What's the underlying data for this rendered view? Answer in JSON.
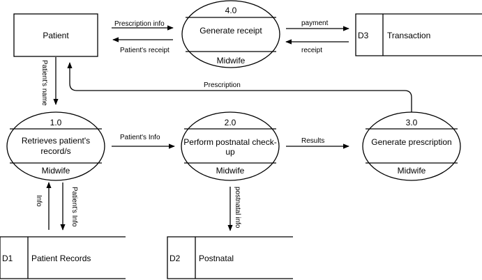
{
  "entities": {
    "patient": "Patient"
  },
  "processes": {
    "p4": {
      "id": "4.0",
      "name": "Generate receipt",
      "actor": "Midwife"
    },
    "p1": {
      "id": "1.0",
      "name_line1": "Retrieves patient's",
      "name_line2": "record/s",
      "actor": "Midwife"
    },
    "p2": {
      "id": "2.0",
      "name_line1": "Perform postnatal check-",
      "name_line2": "up",
      "actor": "Midwife"
    },
    "p3": {
      "id": "3.0",
      "name": "Generate prescription",
      "actor": "Midwife"
    }
  },
  "stores": {
    "d3": {
      "id": "D3",
      "name": "Transaction"
    },
    "d1": {
      "id": "D1",
      "name": "Patient Records"
    },
    "d2": {
      "id": "D2",
      "name": "Postnatal"
    }
  },
  "flows": {
    "prescription_info": "Prescription info",
    "patients_receipt": "Patient's receipt",
    "payment": "payment",
    "receipt": "receipt",
    "patients_name": "Patient's name",
    "prescription": "Prescription",
    "patients_info_p1_p2": "Patient's Info",
    "results": "Results",
    "info": "Info",
    "patients_info_store": "Patient's Info",
    "postnatal_info": "postnatal info"
  }
}
